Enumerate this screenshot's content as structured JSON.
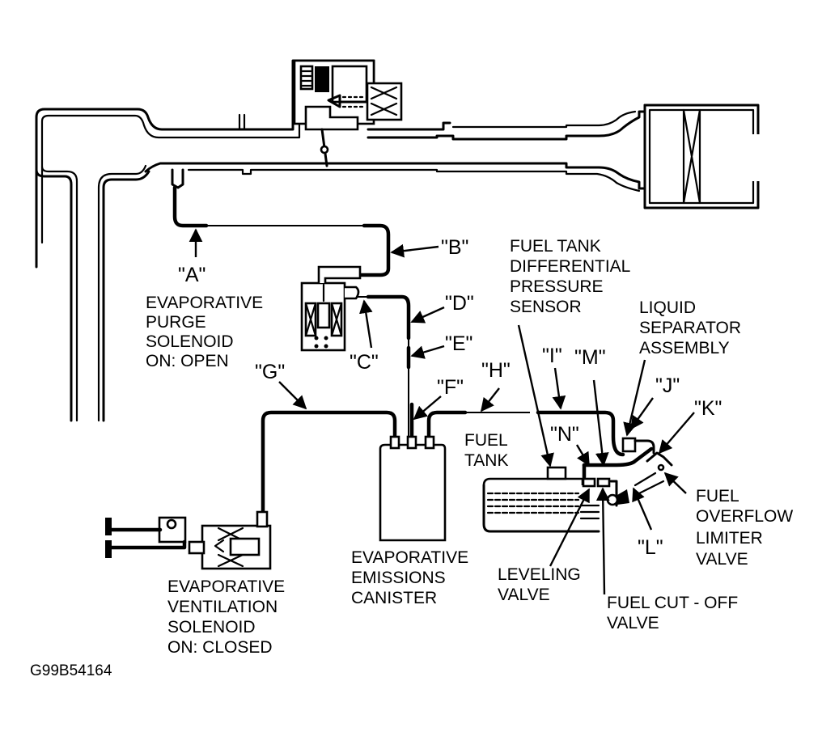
{
  "diagram": {
    "figure_id": "G99B54164",
    "colors": {
      "ink": "#000000",
      "background": "#ffffff"
    },
    "components": {
      "purge_solenoid": [
        "EVAPORATIVE",
        "PURGE",
        "SOLENOID",
        "ON: OPEN"
      ],
      "ventilation_solenoid": [
        "EVAPORATIVE",
        "VENTILATION",
        "SOLENOID",
        "ON: CLOSED"
      ],
      "canister": [
        "EVAPORATIVE",
        "EMISSIONS",
        "CANISTER"
      ],
      "fuel_tank": [
        "FUEL",
        "TANK"
      ],
      "pressure_sensor": [
        "FUEL TANK",
        "DIFFERENTIAL",
        "PRESSURE",
        "SENSOR"
      ],
      "liquid_separator": [
        "LIQUID",
        "SEPARATOR",
        "ASSEMBLY"
      ],
      "overflow_limiter": [
        "FUEL",
        "OVERFLOW",
        "LIMITER",
        "VALVE"
      ],
      "leveling_valve": [
        "LEVELING",
        "VALVE"
      ],
      "cut_off_valve": [
        "FUEL CUT - OFF",
        "VALVE"
      ]
    },
    "callouts": {
      "A": "\"A\"",
      "B": "\"B\"",
      "C": "\"C\"",
      "D": "\"D\"",
      "E": "\"E\"",
      "F": "\"F\"",
      "G": "\"G\"",
      "H": "\"H\"",
      "I": "\"I\"",
      "J": "\"J\"",
      "K": "\"K\"",
      "L": "\"L\"",
      "M": "\"M\"",
      "N": "\"N\""
    }
  }
}
